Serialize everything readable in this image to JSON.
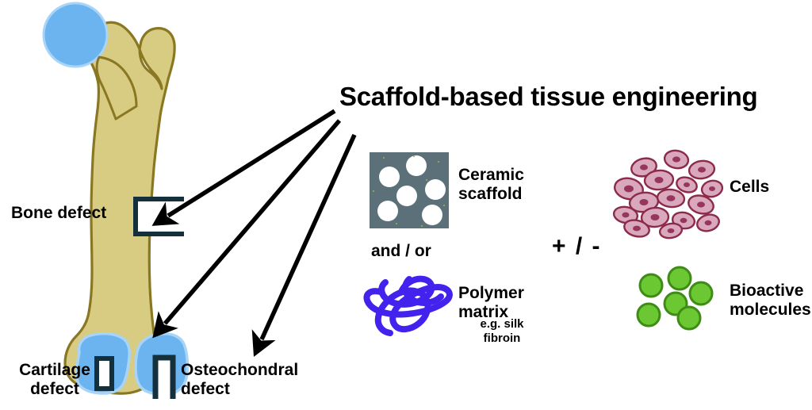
{
  "figure": {
    "title": "Scaffold-based tissue engineering",
    "background_color": "#ffffff"
  },
  "bone_diagram": {
    "name": "femur-illustration",
    "labels": {
      "bone_defect": "Bone defect",
      "cartilage_defect": "Cartilage\ndefect",
      "cartilage_defect_line1": "Cartilage",
      "cartilage_defect_line2": "defect",
      "osteochondral_defect_line1": "Osteochondral",
      "osteochondral_defect_line2": "defect"
    },
    "colors": {
      "bone_fill": "#d8cb82",
      "bone_outline": "#8a7722",
      "cartilage_fill": "#6cb4f0",
      "cartilage_outline": "#a8d4f8",
      "defect_outline": "#13303c"
    },
    "arrow_count": 3,
    "arrow_color": "#000000"
  },
  "scaffold_column": {
    "ceramic": {
      "label_line1": "Ceramic",
      "label_line2": "scaffold",
      "block_color": "#5b7078",
      "pore_color": "#ffffff",
      "pore_count": 6
    },
    "connector": "and / or",
    "polymer": {
      "label_line1": "Polymer",
      "label_line2": "matrix",
      "sub_line1": "e.g. silk",
      "sub_line2": "fibroin",
      "squiggle_color": "#4422ee"
    }
  },
  "operator": {
    "symbol": "+ / -"
  },
  "additives_column": {
    "cells": {
      "label": "Cells",
      "fill_color": "#d9a8bc",
      "outline_color": "#8c2a4a",
      "nucleus_color": "#96365c",
      "count": 16
    },
    "bioactive": {
      "label_line1": "Bioactive",
      "label_line2": "molecules",
      "fill_color": "#6cc832",
      "outline_color": "#3e8c16",
      "count": 6
    }
  }
}
